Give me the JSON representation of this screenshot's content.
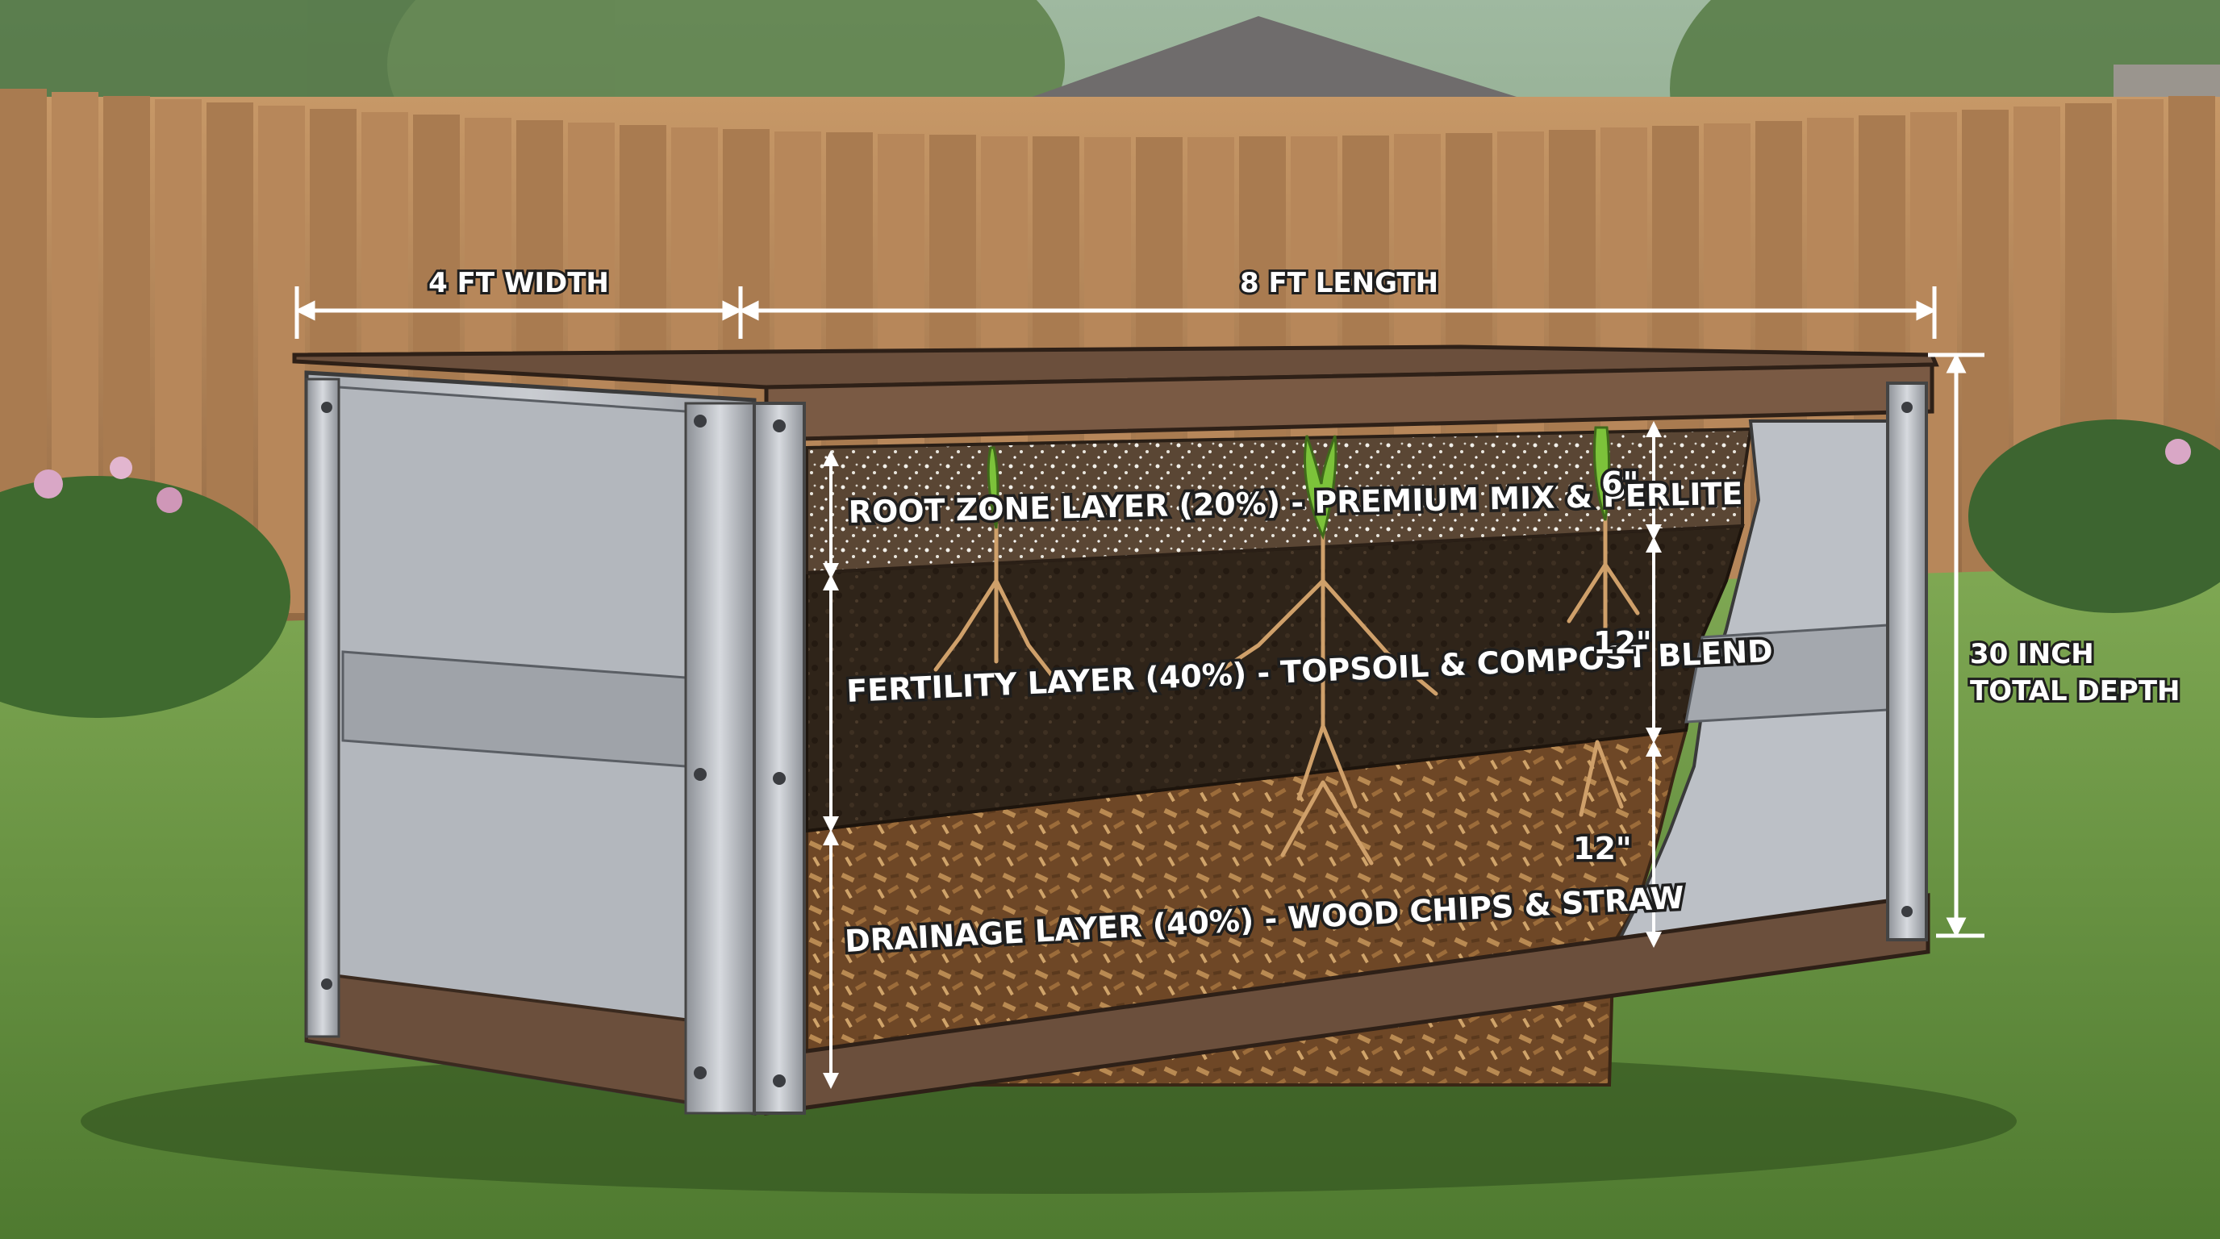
{
  "dimensions": {
    "width": "4 FT WIDTH",
    "length": "8 FT LENGTH",
    "depth_line1": "30 INCH",
    "depth_line2": "TOTAL DEPTH"
  },
  "layers": [
    {
      "label": "ROOT ZONE LAYER (20%) - PREMIUM MIX & PERLITE",
      "depth": "6\"",
      "color": "#5a4634"
    },
    {
      "label": "FERTILITY LAYER (40%) - TOPSOIL & COMPOST BLEND",
      "depth": "12\"",
      "color": "#2e2218"
    },
    {
      "label": "DRAINAGE LAYER (40%) - WOOD CHIPS & STRAW",
      "depth": "12\"",
      "color": "#7a5230"
    }
  ],
  "colors": {
    "frame": "#6b4f3c",
    "steel": "#b9bcc1",
    "fence": "#b98a5c",
    "grass": "#6f9a48"
  }
}
